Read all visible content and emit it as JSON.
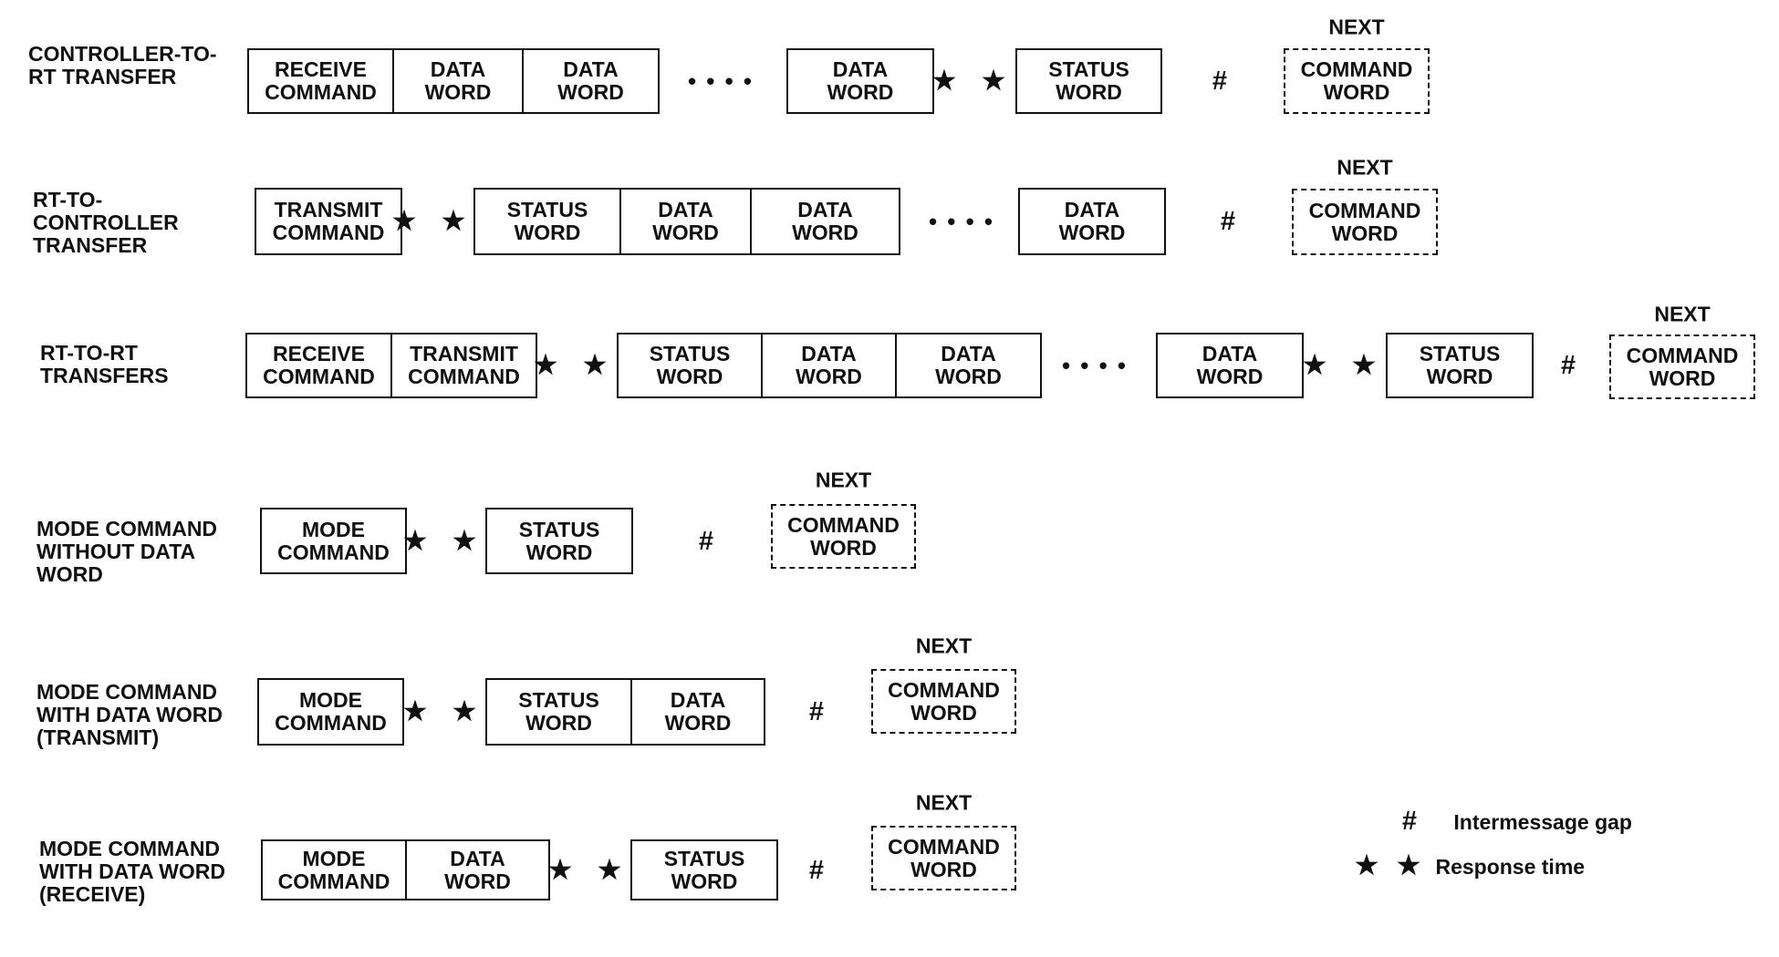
{
  "rows": [
    {
      "label": "CONTROLLER-TO-\nRT TRANSFER",
      "items": [
        {
          "t": "box",
          "text": "RECEIVE\nCOMMAND"
        },
        {
          "t": "box",
          "text": "DATA\nWORD"
        },
        {
          "t": "box",
          "text": "DATA\nWORD"
        },
        {
          "t": "ellipsis",
          "text": "• • • •"
        },
        {
          "t": "box",
          "text": "DATA\nWORD"
        },
        {
          "t": "resp",
          "text": "★ ★"
        },
        {
          "t": "box",
          "text": "STATUS\nWORD"
        },
        {
          "t": "gap",
          "text": "#"
        },
        {
          "t": "next",
          "label": "NEXT",
          "text": "COMMAND\nWORD"
        }
      ]
    },
    {
      "label": "RT-TO-\nCONTROLLER\nTRANSFER",
      "items": [
        {
          "t": "box",
          "text": "TRANSMIT\nCOMMAND"
        },
        {
          "t": "resp",
          "text": "★ ★"
        },
        {
          "t": "box",
          "text": "STATUS\nWORD"
        },
        {
          "t": "box",
          "text": "DATA\nWORD"
        },
        {
          "t": "box",
          "text": "DATA\nWORD"
        },
        {
          "t": "ellipsis",
          "text": "• • • •"
        },
        {
          "t": "box",
          "text": "DATA\nWORD"
        },
        {
          "t": "gap",
          "text": "#"
        },
        {
          "t": "next",
          "label": "NEXT",
          "text": "COMMAND\nWORD"
        }
      ]
    },
    {
      "label": "RT-TO-RT\nTRANSFERS",
      "items": [
        {
          "t": "box",
          "text": "RECEIVE\nCOMMAND"
        },
        {
          "t": "box",
          "text": "TRANSMIT\nCOMMAND"
        },
        {
          "t": "resp",
          "text": "★ ★"
        },
        {
          "t": "box",
          "text": "STATUS\nWORD"
        },
        {
          "t": "box",
          "text": "DATA\nWORD"
        },
        {
          "t": "box",
          "text": "DATA\nWORD"
        },
        {
          "t": "ellipsis",
          "text": "• • • •"
        },
        {
          "t": "box",
          "text": "DATA\nWORD"
        },
        {
          "t": "resp",
          "text": "★ ★"
        },
        {
          "t": "box",
          "text": "STATUS\nWORD"
        },
        {
          "t": "gap",
          "text": "#"
        },
        {
          "t": "next",
          "label": "NEXT",
          "text": "COMMAND\nWORD"
        }
      ]
    },
    {
      "label": "MODE COMMAND\nWITHOUT DATA\nWORD",
      "items": [
        {
          "t": "box",
          "text": "MODE\nCOMMAND"
        },
        {
          "t": "resp",
          "text": "★ ★"
        },
        {
          "t": "box",
          "text": "STATUS\nWORD"
        },
        {
          "t": "gap",
          "text": "#"
        },
        {
          "t": "next",
          "label": "NEXT",
          "text": "COMMAND\nWORD"
        }
      ]
    },
    {
      "label": "MODE COMMAND\nWITH DATA WORD\n(TRANSMIT)",
      "items": [
        {
          "t": "box",
          "text": "MODE\nCOMMAND"
        },
        {
          "t": "resp",
          "text": "★ ★"
        },
        {
          "t": "box",
          "text": "STATUS\nWORD"
        },
        {
          "t": "box",
          "text": "DATA\nWORD"
        },
        {
          "t": "gap",
          "text": "#"
        },
        {
          "t": "next",
          "label": "NEXT",
          "text": "COMMAND\nWORD"
        }
      ]
    },
    {
      "label": "MODE COMMAND\nWITH DATA WORD\n(RECEIVE)",
      "items": [
        {
          "t": "box",
          "text": "MODE\nCOMMAND"
        },
        {
          "t": "box",
          "text": "DATA\nWORD"
        },
        {
          "t": "resp",
          "text": "★ ★"
        },
        {
          "t": "box",
          "text": "STATUS\nWORD"
        },
        {
          "t": "gap",
          "text": "#"
        },
        {
          "t": "next",
          "label": "NEXT",
          "text": "COMMAND\nWORD"
        }
      ]
    }
  ],
  "legend": {
    "gap_symbol": "#",
    "gap_text": "Intermessage gap",
    "resp_symbol": "★ ★",
    "resp_text": "Response time"
  }
}
